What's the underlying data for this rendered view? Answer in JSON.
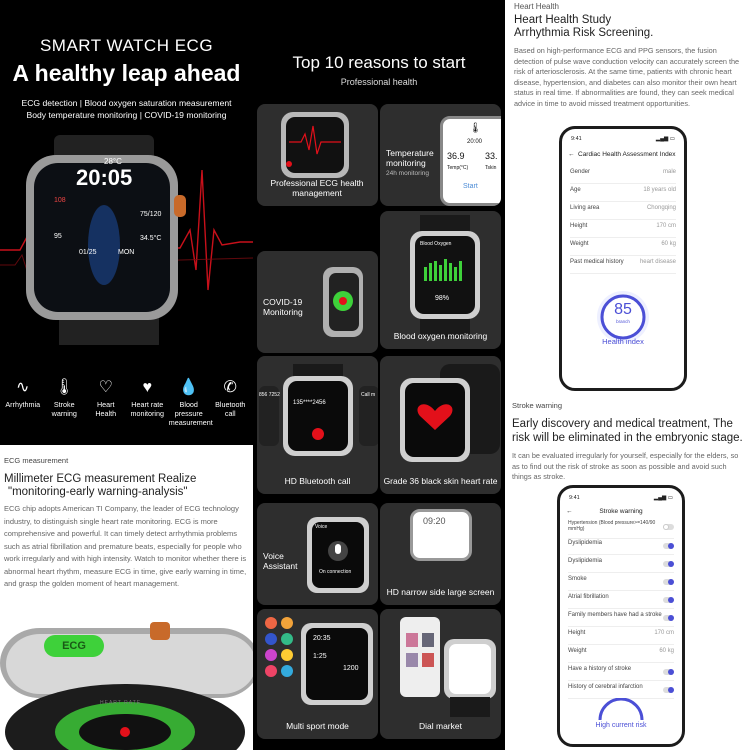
{
  "hero": {
    "kicker": "SMART WATCH ECG",
    "title": "A healthy leap ahead",
    "features_line1": "ECG detection | Blood oxygen saturation measurement",
    "features_line2": "Body temperature monitoring | COVID-19 monitoring",
    "watch_screen": {
      "temp": "28°C",
      "time": "20:05",
      "hr": "108",
      "bp": "75/120",
      "spo2": "95",
      "body_temp": "34.5°C",
      "date": "01/25",
      "day": "MON"
    },
    "icons": [
      {
        "label": "Arrhythmia",
        "icon": "ecg-wave-icon",
        "glyph": "∿"
      },
      {
        "label": "Stroke warning",
        "icon": "thermometer-icon",
        "glyph": "🌡"
      },
      {
        "label": "Heart Health",
        "icon": "heart-check-icon",
        "glyph": "♡"
      },
      {
        "label": "Heart rate monitoring",
        "icon": "heart-rate-icon",
        "glyph": "♥"
      },
      {
        "label": "Blood pressure measurement",
        "icon": "bp-drop-icon",
        "glyph": "💧"
      },
      {
        "label": "Bluetooth call",
        "icon": "phone-icon",
        "glyph": "✆"
      }
    ]
  },
  "reasons": {
    "title": "Top 10 reasons to start",
    "subtitle": "Professional health",
    "tiles": [
      {
        "caption": "Professional ECG health management",
        "icon": "ecg-watch-icon"
      },
      {
        "caption": "Temperature monitoring",
        "sub": "24h monitoring",
        "temp_val": "36.9",
        "temp_label": "Temp(°C)",
        "skin_val": "33.",
        "skin_label": "Tskin",
        "time": "20:00",
        "btn": "Start",
        "icon": "thermometer-watch-icon"
      },
      {
        "caption": "COVID-19 Monitoring",
        "icon": "covid-watch-icon"
      },
      {
        "caption": "Blood oxygen monitoring",
        "screen_title": "Blood Oxygen",
        "value": "98%",
        "icon": "spo2-watch-icon"
      },
      {
        "caption": "HD Bluetooth call",
        "screen_num": "135****2456",
        "screen_num2": "856 7252",
        "screen_call": "Call m",
        "icon": "call-watch-icon"
      },
      {
        "caption": "Grade 36 black skin heart rate",
        "icon": "heart-rate-watch-icon"
      },
      {
        "caption": "Voice Assistant",
        "screen_title": "Voice",
        "screen_status": "On connection",
        "icon": "voice-watch-icon"
      },
      {
        "caption": "HD narrow side large screen",
        "screen_time": "09:20",
        "icon": "screen-watch-icon"
      },
      {
        "caption": "Multi sport mode",
        "screen_a": "20:35",
        "screen_b": "1:25",
        "screen_c": "1200",
        "icon": "sport-watch-icon"
      },
      {
        "caption": "Dial market",
        "icon": "dial-market-icon"
      }
    ]
  },
  "heart": {
    "tag": "Heart Health",
    "title_line1": "Heart Health Study",
    "title_line2": "Arrhythmia Risk Screening.",
    "description": "Based on high-performance ECG and PPG sensors, the fusion detection of pulse wave conduction velocity can accurately screen the risk of arteriosclerosis. At the same time, patients with chronic heart disease, hypertension, and diabetes can also monitor their own heart status in real time. If abnormalities are found, they can seek medical advice in time to avoid missed treatment opportunities.",
    "phone": {
      "time": "9:41",
      "header": "Cardiac Health Assessment Index",
      "rows": [
        {
          "label": "Gender",
          "value": "male"
        },
        {
          "label": "Age",
          "value": "18 years old"
        },
        {
          "label": "Living area",
          "value": "Chongqing"
        },
        {
          "label": "Height",
          "value": "170 cm"
        },
        {
          "label": "Weight",
          "value": "60 kg"
        },
        {
          "label": "Past medical history",
          "value": "heart disease"
        }
      ],
      "score": "85",
      "score_unit": "branch",
      "score_label": "Health index"
    }
  },
  "mmecg": {
    "tag": "ECG measurement",
    "title_line1": "Millimeter ECG measurement Realize",
    "title_line2": "\"monitoring-early warning-analysis\"",
    "description": "ECG chip adopts American TI Company, the leader of ECG technology industry, to distinguish single heart rate monitoring. ECG is more comprehensive and powerful. It can timely detect arrhythmia problems such as atrial fibrillation and premature beats, especially for people who work irregularly and with high intensity. Watch to monitor whether there is abnormal heart rhythm, measure ECG in time, give early warning in time, and grasp the golden moment of heart management.",
    "badge": "ECG",
    "sensor_text": "HEART RATE"
  },
  "stroke": {
    "tag": "Stroke warning",
    "title_line1": "Early discovery and medical treatment, The",
    "title_line2": "risk will be eliminated in the embryonic stage.",
    "description": "It can be evaluated irregularly for yourself, especially for the elders, so as to find out the risk of stroke as soon as possible and avoid such things as stroke.",
    "phone": {
      "time": "9:41",
      "header": "Stroke warning",
      "rows": [
        {
          "label": "Hypertension (Blood pressure>=140/90 mmHg)",
          "type": "toggle-off"
        },
        {
          "label": "Dyslipidemia",
          "type": "toggle"
        },
        {
          "label": "Dyslipidemia",
          "type": "toggle"
        },
        {
          "label": "Smoke",
          "type": "toggle"
        },
        {
          "label": "Atrial fibrillation",
          "type": "toggle"
        },
        {
          "label": "Family members have had a stroke",
          "type": "toggle"
        },
        {
          "label": "Height",
          "type": "value",
          "value": "170 cm"
        },
        {
          "label": "Weight",
          "type": "value",
          "value": "60 kg"
        },
        {
          "label": "Have a history of stroke",
          "type": "toggle"
        },
        {
          "label": "History of cerebral infarction",
          "type": "toggle"
        }
      ],
      "result": "High current risk"
    }
  },
  "colors": {
    "accent_blue": "#4b4fd6",
    "ecg_red": "#e3101a",
    "ecg_green": "#3ed13a"
  }
}
